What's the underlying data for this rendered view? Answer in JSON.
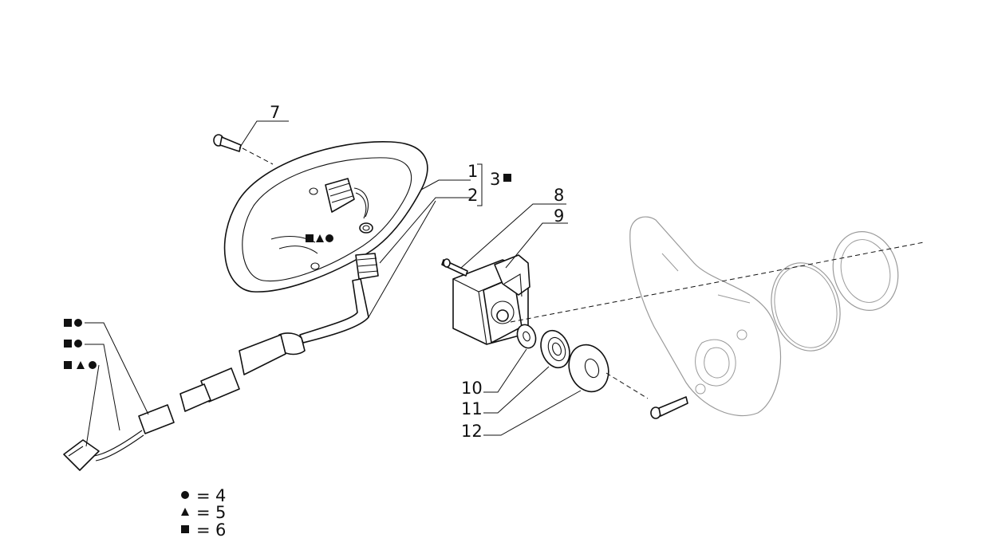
{
  "callouts": {
    "c1": "1",
    "c2": "2",
    "c3": "3",
    "c7": "7",
    "c8": "8",
    "c9": "9",
    "c10": "10",
    "c11": "11",
    "c12": "12"
  },
  "legend": {
    "circle_value": "4",
    "triangle_value": "5",
    "square_value": "6",
    "equals": "="
  },
  "colors": {
    "line": "#111111",
    "ghost": "#9a9a9a",
    "background": "#ffffff"
  }
}
